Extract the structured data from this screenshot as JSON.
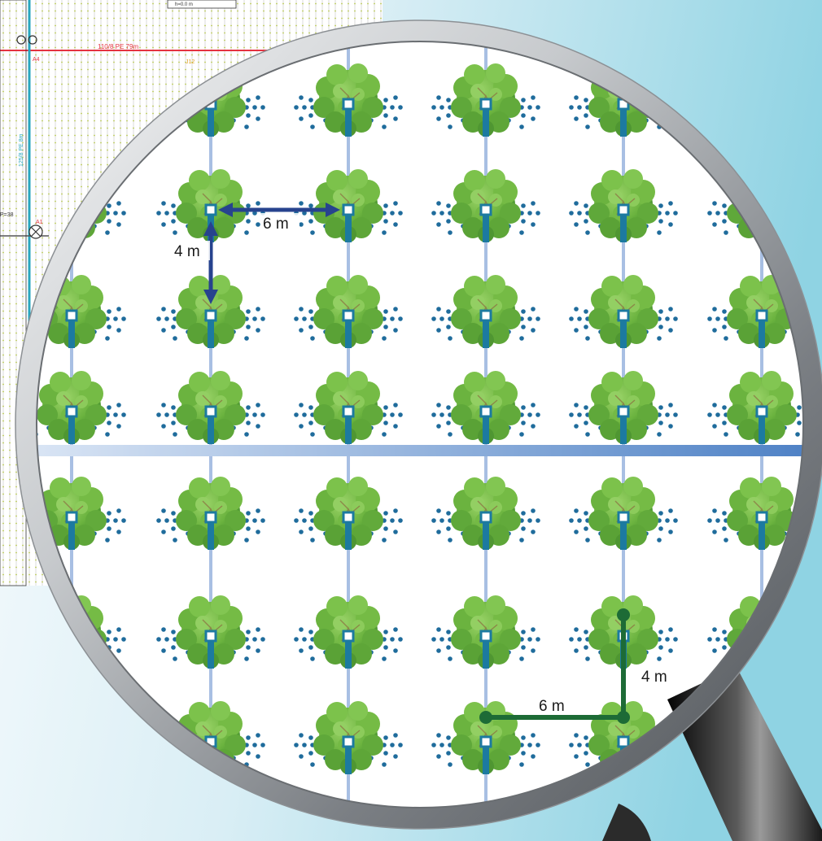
{
  "plan": {
    "main_pipe_label": "110/8 PE 79m",
    "lateral_label": "125/8 PE 8m",
    "valve_label_a4": "A4",
    "valve_label_a1": "A1",
    "node_label_j12": "J12",
    "pressure_label": "P=38",
    "box_text": "h=0.0 m"
  },
  "spacing": {
    "blue_horizontal": "6 m",
    "blue_vertical": "4 m",
    "green_horizontal": "6 m",
    "green_vertical": "4 m"
  },
  "colors": {
    "background_gradient_start": "#e6f4f8",
    "background_gradient_end": "#8fd3e3",
    "tree_fill": "#6bb33f",
    "tree_highlight": "#8fcd5a",
    "tree_shadow": "#3f8a2b",
    "emitter_dot": "#1f6c9c",
    "lateral_pipe": "#a8bfe3",
    "drip_stem": "#1c7aa0",
    "submain_pipe": "#5a89c9",
    "blue_arrow": "#27438e",
    "green_line": "#1d6b36",
    "lens_rim": "#9ea2a6",
    "handle": "#202020",
    "plan_grid": "#bccb6a",
    "main_pipe": "#e53240",
    "cad_pipe": "#27a6bf"
  },
  "icons": {
    "tree": "tree-icon",
    "emitter": "emitter-square-icon",
    "valve": "valve-icon",
    "magnifier": "magnifying-glass-icon"
  }
}
